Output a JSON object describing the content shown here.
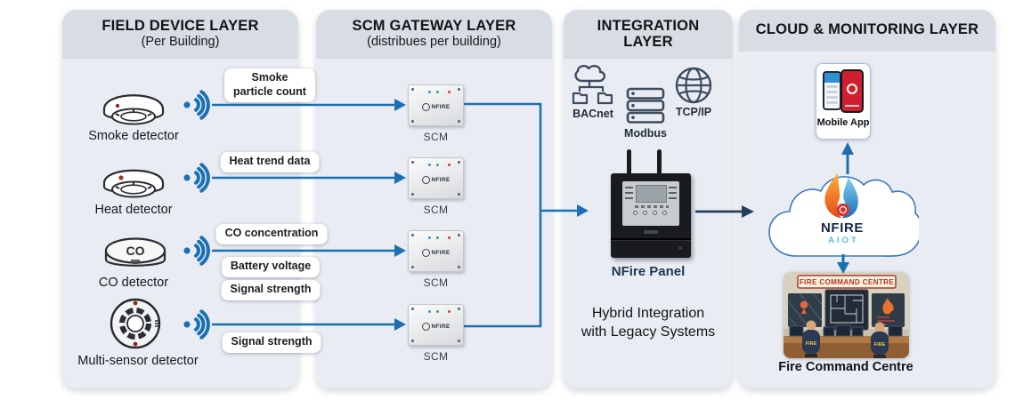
{
  "field": {
    "title": "FIELD DEVICE LAYER",
    "subtitle": "(Per Building)",
    "devices": [
      {
        "name": "Smoke detector"
      },
      {
        "name": "Heat detector"
      },
      {
        "name": "CO detector"
      },
      {
        "name": "Multi-sensor detector"
      }
    ],
    "co_text": "CO",
    "pills": [
      "Smoke particle count",
      "Heat trend data",
      "CO concentration",
      "Battery voltage",
      "Signal strength",
      "Signal strength"
    ]
  },
  "gateway": {
    "title": "SCM GATEWAY LAYER",
    "subtitle": "(distribues per building)",
    "scm_label": "SCM",
    "brand": "NFIRE"
  },
  "integration": {
    "title": "INTEGRATION LAYER",
    "protocols": [
      "BACnet",
      "Modbus",
      "TCP/IP"
    ],
    "panel_label": "NFire Panel",
    "note_line1": "Hybrid Integration",
    "note_line2": "with Legacy Systems"
  },
  "cloud": {
    "title": "CLOUD & MONITORING LAYER",
    "mobile_app_label": "Mobile App",
    "brand": "NFIRE",
    "brand_sub": "AIOT",
    "sign": "FIRE COMMAND CENTRE",
    "jacket": "FIRE",
    "centre_label": "Fire Command Centre"
  },
  "colors": {
    "arrow_blue": "#1a70b2",
    "arrow_navy": "#24405e",
    "header_band": "#d8dde3",
    "panel_body": "#e9edf3"
  }
}
